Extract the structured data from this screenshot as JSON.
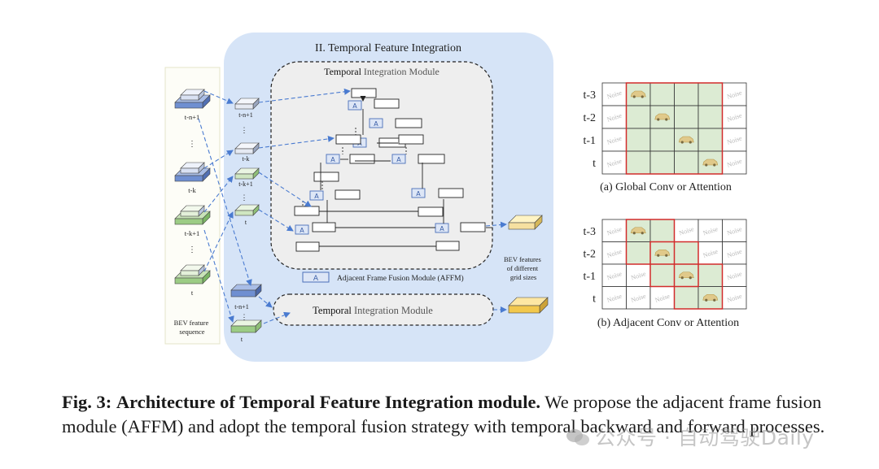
{
  "panel": {
    "title": "II. Temporal Feature Integration",
    "tim_title_bold": "Temporal",
    "tim_title_rest": " Integration Module",
    "tim2_bold": "Temporal",
    "tim2_rest": " Integration Module",
    "legend_letter": "A",
    "legend_text": "Adjacent Frame Fusion Module (AFFM)",
    "affm_letter": "A"
  },
  "sequence": {
    "labels": [
      "t-n+1",
      "t-k",
      "t-k+1",
      "t"
    ],
    "dots": "⋮",
    "caption": [
      "BEV feature",
      "sequence"
    ]
  },
  "middle_labels": [
    "t-n+1",
    "t-k",
    "t-k+1",
    "t",
    "t-n+1",
    "t"
  ],
  "output_label": [
    "BEV features",
    "of different",
    "grid sizes"
  ],
  "grid_a": {
    "rows": [
      "t-3",
      "t-2",
      "t-1",
      "t"
    ],
    "noise": "Noise",
    "caption": "(a) Global Conv or Attention"
  },
  "grid_b": {
    "rows": [
      "t-3",
      "t-2",
      "t-1",
      "t"
    ],
    "noise": "Noise",
    "caption": "(b) Adjacent Conv or Attention"
  },
  "caption": {
    "fig": "Fig. 3:",
    "bold": "Architecture of Temporal Feature Integration module.",
    "rest": "We propose the adjacent frame fusion module (AFFM) and adopt the temporal fusion strategy with temporal backward and forward processes."
  },
  "watermark": "公众号 · 自动驾驶Daily",
  "colors": {
    "panel_bg": "#d6e4f7",
    "blue_feature": "#6f8fd1",
    "green_feature": "#9ccc85",
    "arrow": "#4a7bd0",
    "red_border": "#d22b2b",
    "green_cell": "#dcebd3"
  }
}
